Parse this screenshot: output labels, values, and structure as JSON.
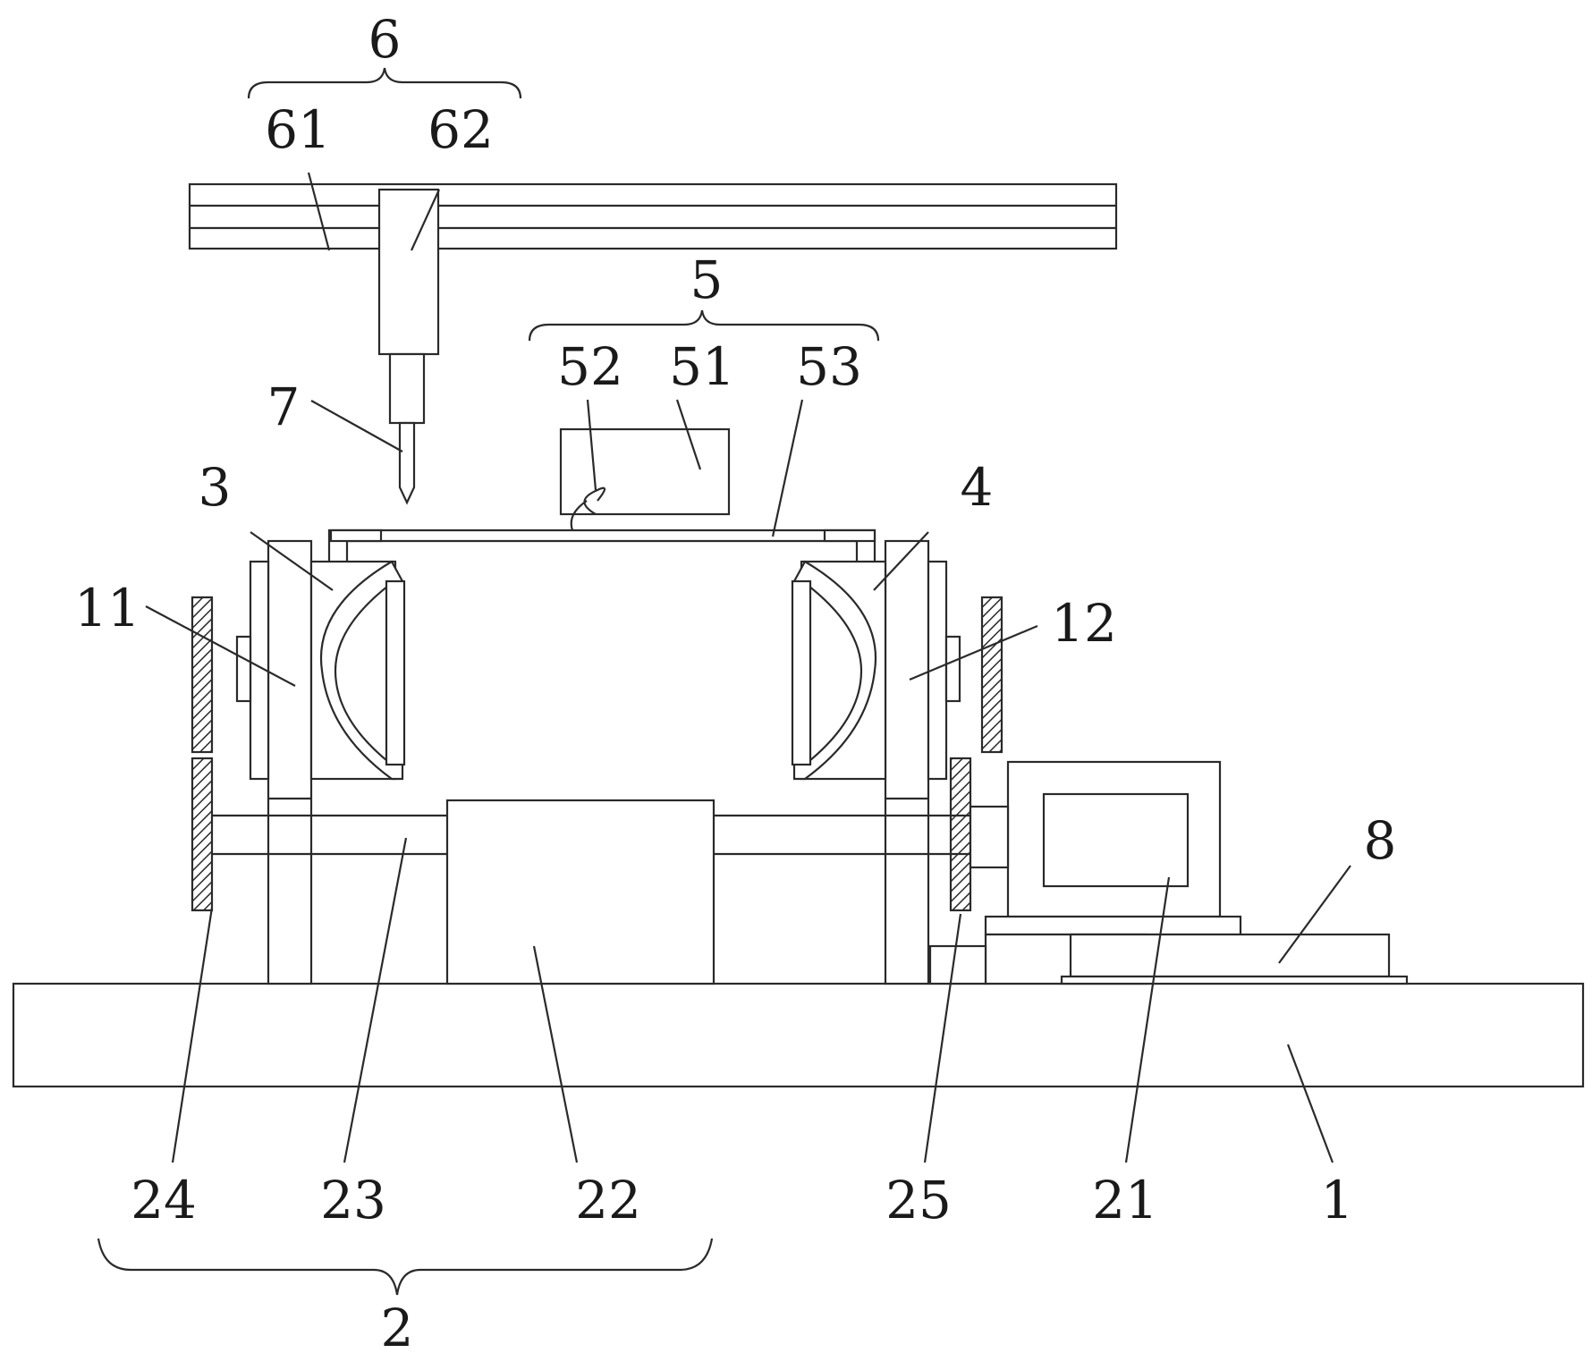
{
  "labels": {
    "l1": "1",
    "l2": "2",
    "l3": "3",
    "l4": "4",
    "l5": "5",
    "l6": "6",
    "l7": "7",
    "l8": "8",
    "l11": "11",
    "l12": "12",
    "l21": "21",
    "l22": "22",
    "l23": "23",
    "l24": "24",
    "l25": "25",
    "l51": "51",
    "l52": "52",
    "l53": "53",
    "l61": "61",
    "l62": "62"
  }
}
